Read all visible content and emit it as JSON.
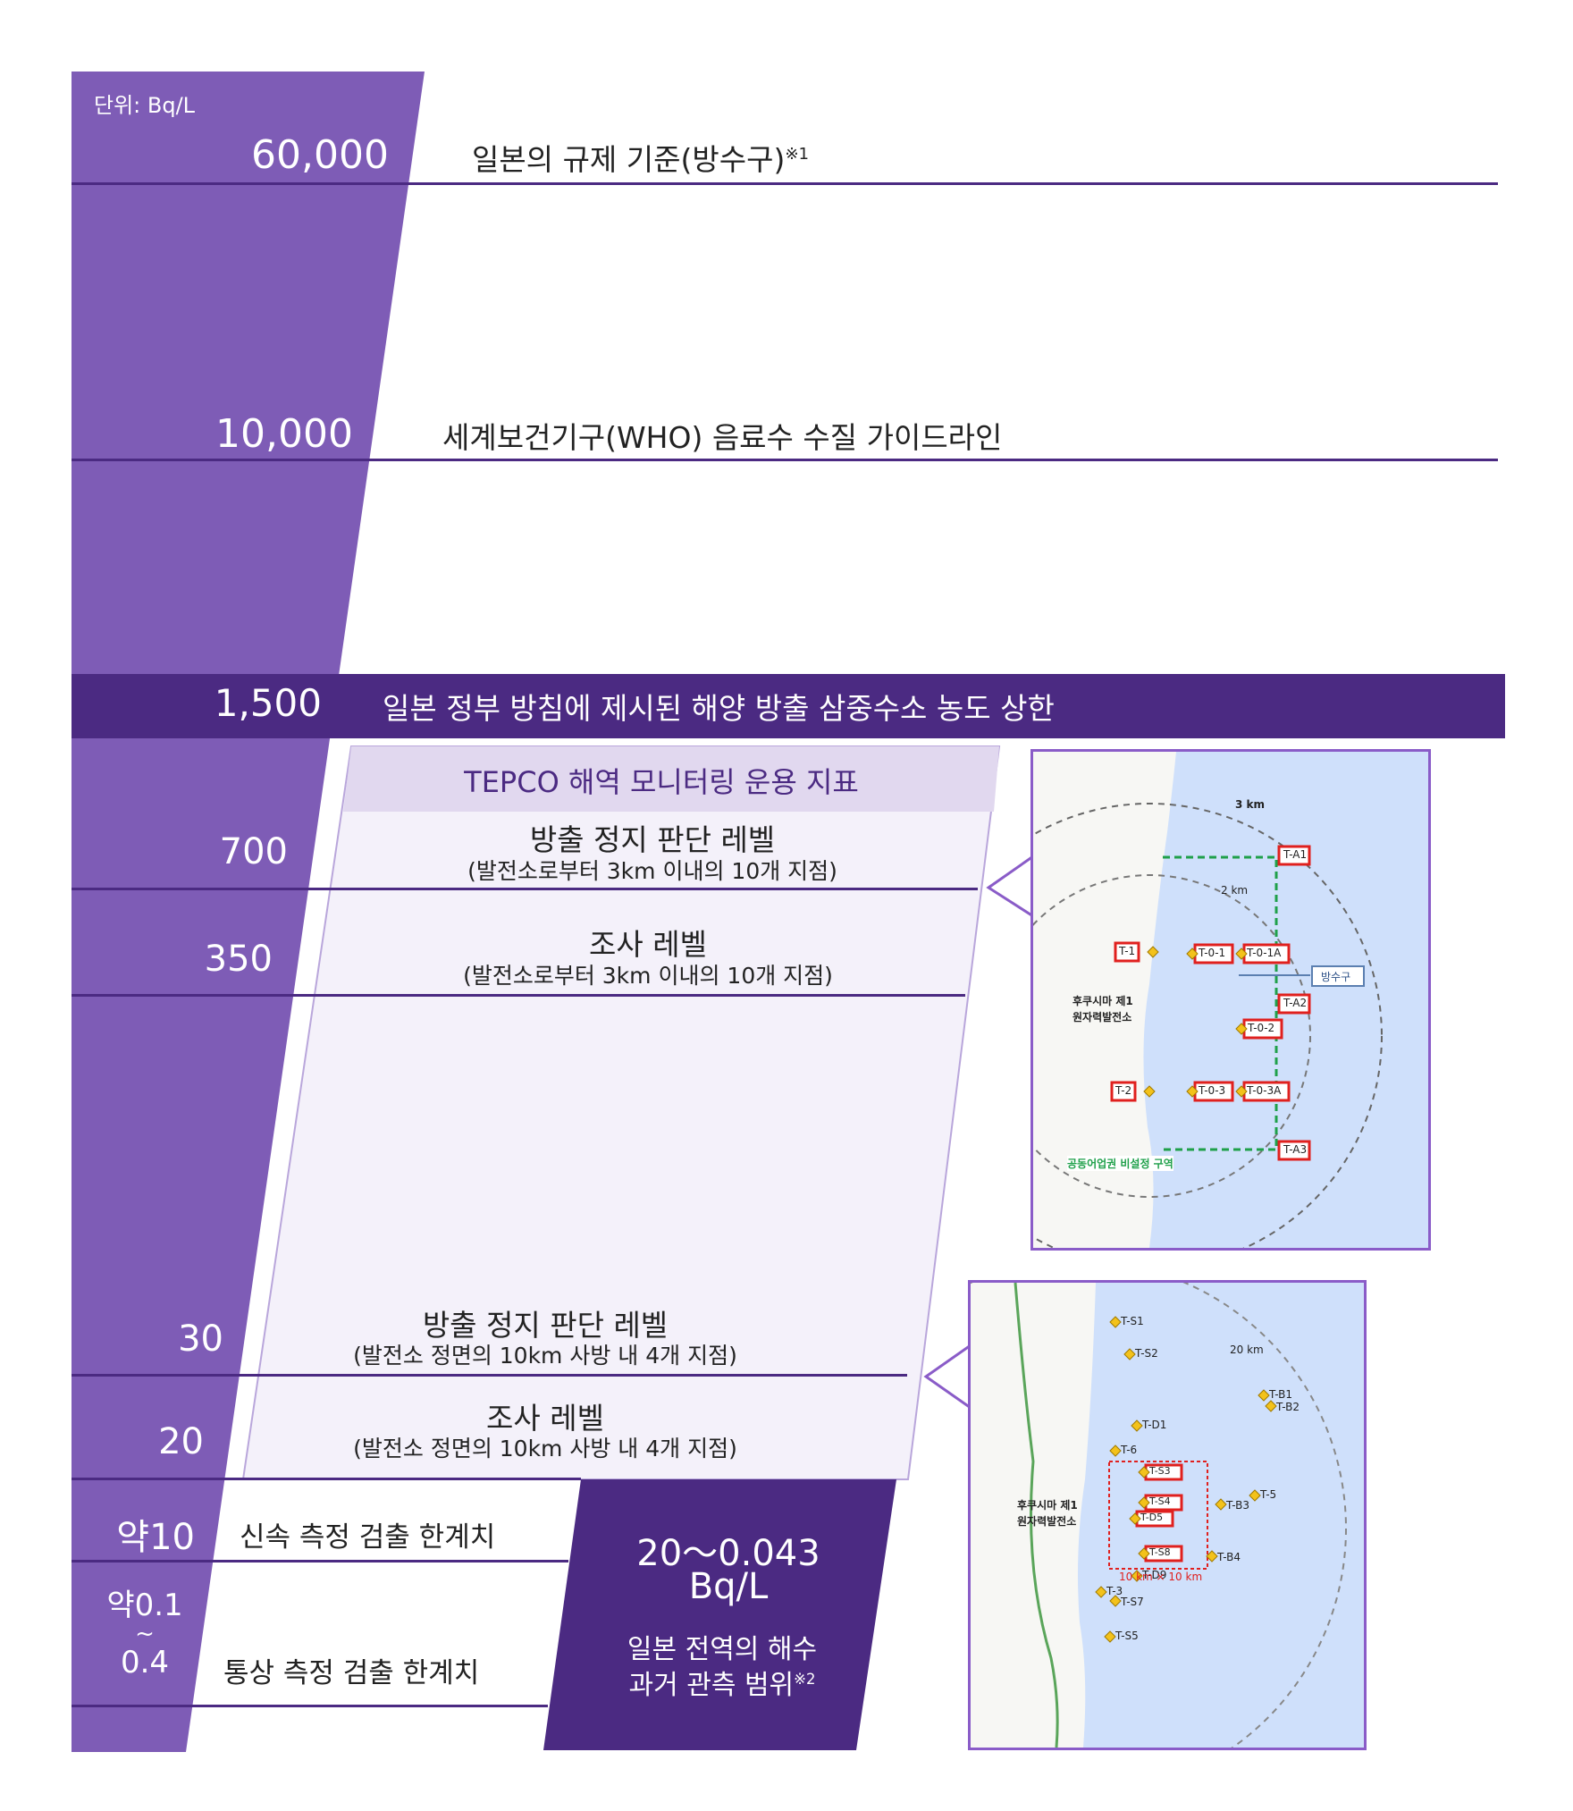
{
  "unit_label": "단위: Bq/L",
  "levels": [
    {
      "value": "60,000",
      "label": "일본의 규제 기준(방수구)",
      "note": "※1"
    },
    {
      "value": "10,000",
      "label": "세계보건기구(WHO) 음료수 수질 가이드라인"
    },
    {
      "value": "1,500",
      "label": "일본 정부 방침에 제시된 해양 방출 삼중수소 농도 상한"
    },
    {
      "value": "700"
    },
    {
      "value": "350"
    },
    {
      "value": "30"
    },
    {
      "value": "20"
    },
    {
      "value": "약10",
      "label": "신속 측정 검출 한계치"
    },
    {
      "value_top": "약0.1",
      "value_mid": "~",
      "value_bottom": "0.4",
      "label": "통상 측정 검출 한계치"
    }
  ],
  "tepco_box": {
    "title": "TEPCO 해역 모니터링 운용 지표",
    "items": [
      {
        "title": "방출 정지 판단 레벨",
        "sub": "(발전소로부터 3km 이내의 10개 지점)"
      },
      {
        "title": "조사 레벨",
        "sub": "(발전소로부터 3km 이내의 10개 지점)"
      },
      {
        "title": "방출 정지 판단 레벨",
        "sub": "(발전소 정면의 10km 사방 내 4개 지점)"
      },
      {
        "title": "조사 레벨",
        "sub": "(발전소 정면의 10km 사방 내 4개 지점)"
      }
    ]
  },
  "seawater_box": {
    "range": "20〜0.043",
    "unit": "Bq/L",
    "line1": "일본 전역의 해수",
    "line2": "과거 관측 범위",
    "note": "※2"
  },
  "map1": {
    "radius_3km": "3 km",
    "radius_2km": "2 km",
    "plant_line1": "후쿠시마 제1",
    "plant_line2": "원자력발전소",
    "outlet": "방수구",
    "zone": "공동어업권 비설정 구역",
    "points": [
      "T-A1",
      "T-1",
      "T-0-1",
      "T-0-1A",
      "T-A2",
      "T-0-2",
      "T-2",
      "T-0-3",
      "T-0-3A",
      "T-A3"
    ]
  },
  "map2": {
    "radius": "20 km",
    "square": "10 km × 10 km",
    "plant_line1": "후쿠시마 제1",
    "plant_line2": "원자력발전소",
    "points_plain": [
      "T-S1",
      "T-S2",
      "T-D1",
      "T-6",
      "T-B1",
      "T-B2",
      "T-5",
      "T-B3",
      "T-B4",
      "T-D9",
      "T-3",
      "T-S7",
      "T-S5"
    ],
    "points_boxed": [
      "T-S3",
      "T-S4",
      "T-D5",
      "T-S8"
    ]
  },
  "colors": {
    "scale": "#7e5cb6",
    "dark": "#4b2a82",
    "tepco_header": "#e1d8ef",
    "tepco_fill": "#f4f1fa",
    "map_sea": "#cfe0fb",
    "marker_red": "#e0201e",
    "route_green": "#1fa04a",
    "diamond": "#f3c21b"
  }
}
